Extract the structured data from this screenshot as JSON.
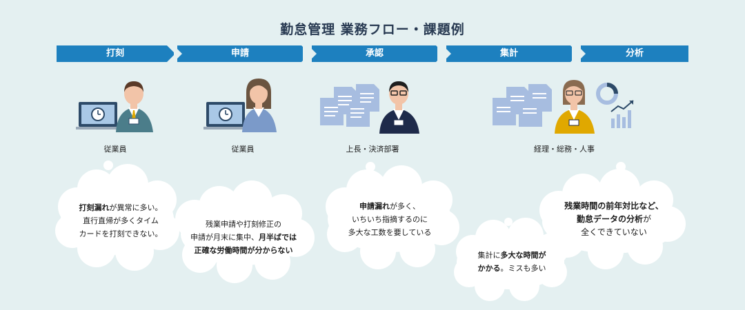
{
  "title": "勤怠管理 業務フロー・課題例",
  "steps": [
    "打刻",
    "申請",
    "承認",
    "集計",
    "分析"
  ],
  "roles": [
    "従業員",
    "従業員",
    "上長・決済部署",
    "経理・総務・人事"
  ],
  "issues": [
    {
      "lines": [
        [
          "打刻漏れ",
          "が異常に多い。"
        ],
        [
          "",
          "直行直帰が多くタイム"
        ],
        [
          "",
          "カードを打刻できない。"
        ]
      ]
    },
    {
      "lines": [
        [
          "",
          "残業申請や打刻修正の"
        ],
        [
          "",
          "申請が月末に集中、"
        ],
        [
          "正確な労働時間が分からない",
          ""
        ]
      ],
      "extra": "月半ばでは"
    },
    {
      "lines": [
        [
          "申請漏れ",
          "が多く、"
        ],
        [
          "",
          "いちいち指摘するのに"
        ],
        [
          "",
          "多大な工数を要している"
        ]
      ]
    },
    {
      "lines": [
        [
          "",
          "集計に"
        ],
        [
          "かかる",
          "。ミスも多い"
        ]
      ],
      "extra": "多大な時間が"
    },
    {
      "lines": [
        [
          "残業時間の前年対比など、",
          ""
        ],
        [
          "勤怠データの分析",
          "が"
        ],
        [
          "",
          "全くできていない"
        ]
      ]
    }
  ],
  "colors": {
    "bar": "#1d80bf",
    "background": "#e4f0f1",
    "bubble": "#ffffff"
  }
}
